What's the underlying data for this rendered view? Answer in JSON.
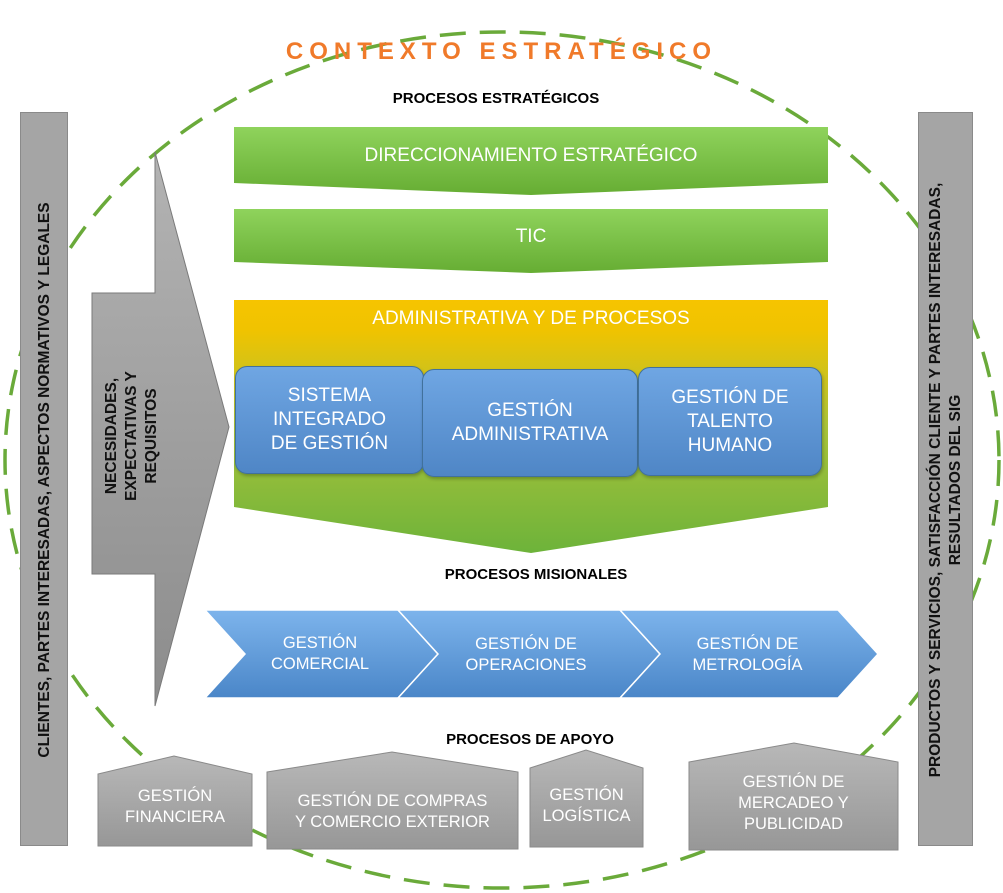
{
  "title": "CONTEXTO ESTRATÉGICO",
  "sections": {
    "strategic": "PROCESOS ESTRATÉGICOS",
    "missional": "PROCESOS MISIONALES",
    "support": "PROCESOS DE APOYO"
  },
  "left_bar": "CLIENTES, PARTES INTERESADAS, ASPECTOS NORMATIVOS Y LEGALES",
  "right_bar": {
    "line1": "PRODUCTOS Y SERVICIOS, SATISFACCIÓN CLIENTE Y PARTES INTERESADAS,",
    "line2": "RESULTADOS DEL SIG"
  },
  "input_arrow": {
    "line1": "NECESIDADES,",
    "line2": "EXPECTATIVAS Y",
    "line3": "REQUISITOS"
  },
  "strategic": {
    "direccionamiento": "DIRECCIONAMIENTO ESTRATÉGICO",
    "tic": "TIC",
    "administrativa": "ADMINISTRATIVA Y DE PROCESOS"
  },
  "admin_nodes": [
    {
      "line1": "SISTEMA",
      "line2": "INTEGRADO",
      "line3": "DE GESTIÓN"
    },
    {
      "line1": "GESTIÓN",
      "line2": "ADMINISTRATIVA"
    },
    {
      "line1": "GESTIÓN DE",
      "line2": "TALENTO",
      "line3": "HUMANO"
    }
  ],
  "missional": [
    {
      "line1": "GESTIÓN",
      "line2": "COMERCIAL"
    },
    {
      "line1": "GESTIÓN DE",
      "line2": "OPERACIONES"
    },
    {
      "line1": "GESTIÓN DE",
      "line2": "METROLOGÍA"
    }
  ],
  "support": [
    {
      "line1": "GESTIÓN",
      "line2": "FINANCIERA"
    },
    {
      "line1": "GESTIÓN DE COMPRAS",
      "line2": "Y COMERCIO EXTERIOR"
    },
    {
      "line1": "GESTIÓN",
      "line2": "LOGÍSTICA"
    },
    {
      "line1": "GESTIÓN DE",
      "line2": "MERCADEO Y",
      "line3": "PUBLICIDAD"
    }
  ],
  "colors": {
    "title": "#f07a2a",
    "circle": "#6aaa3a",
    "green": "#7cbf4a",
    "yellow": "#f2c200",
    "blue": "#5b9bd5",
    "gray": "#a6a6a6"
  }
}
